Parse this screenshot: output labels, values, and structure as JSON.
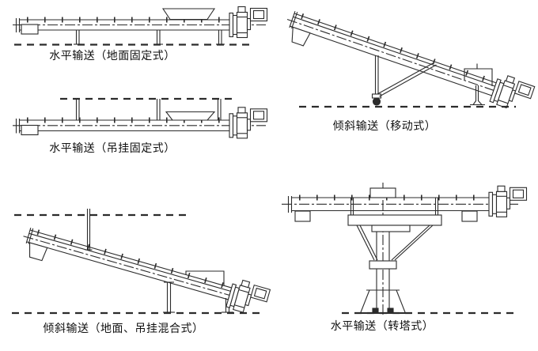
{
  "page": {
    "background": "#ffffff",
    "line_color": "#2b2b2b"
  },
  "diagrams": [
    {
      "id": "horizontal-ground-fixed",
      "label": "水平输送（地面固定式）"
    },
    {
      "id": "horizontal-hanging-fixed",
      "label": "水平输送（吊挂固定式）"
    },
    {
      "id": "inclined-mobile",
      "label": "倾斜输送（移动式）"
    },
    {
      "id": "inclined-ground-hanging-mixed",
      "label": "倾斜输送（地面、吊挂混合式）"
    },
    {
      "id": "horizontal-turret",
      "label": "水平输送（转塔式）"
    }
  ]
}
